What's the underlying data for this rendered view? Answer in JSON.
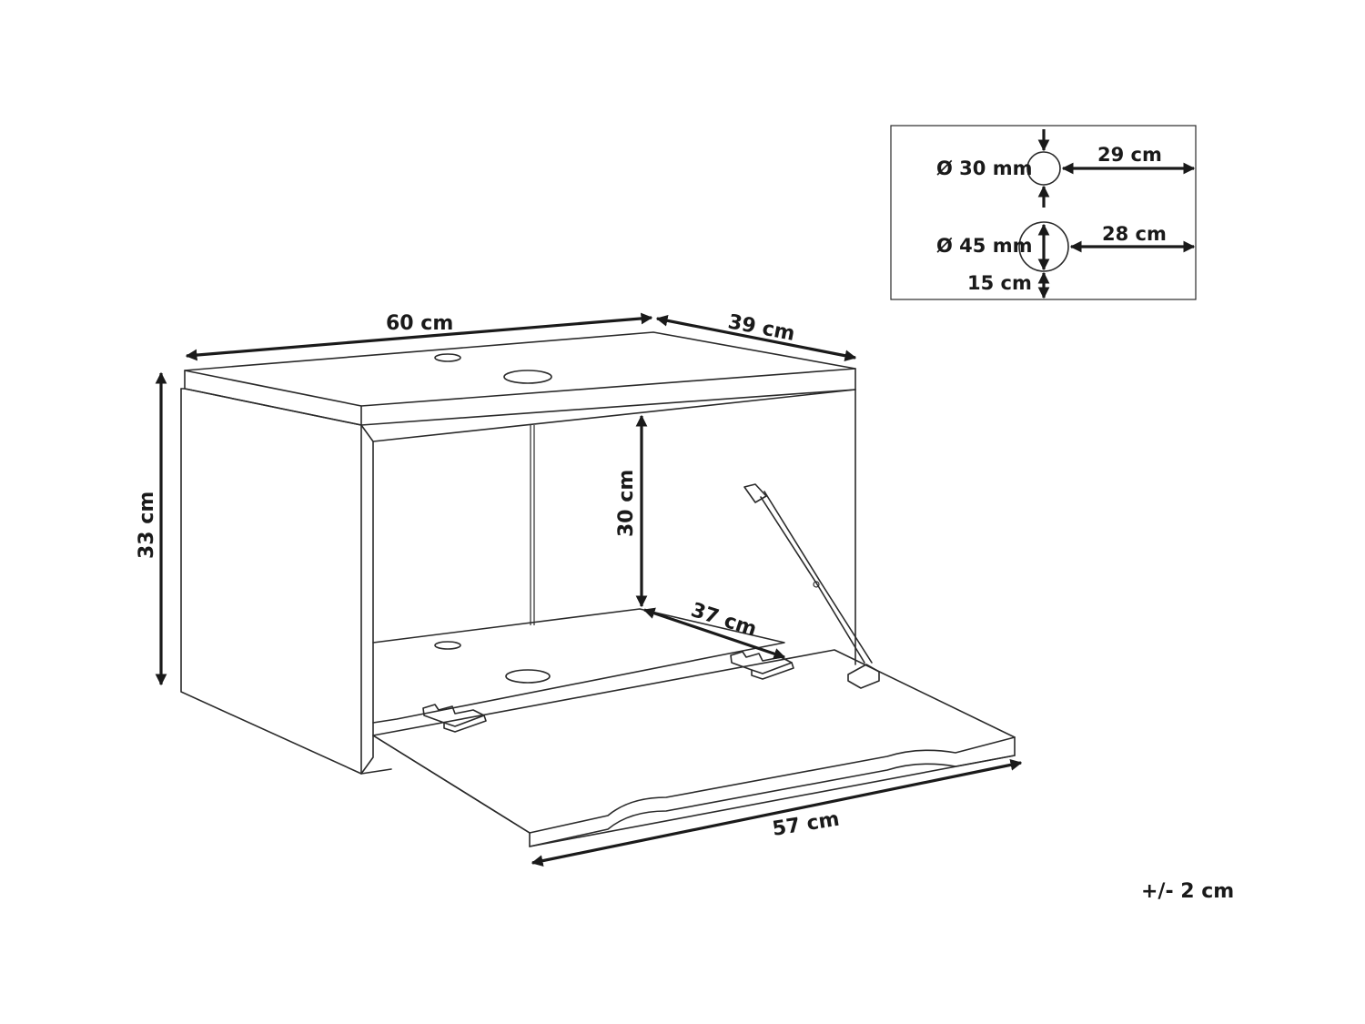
{
  "dimensions": {
    "width": "60 cm",
    "depth": "39 cm",
    "height": "33 cm",
    "inner_height": "30 cm",
    "inner_depth": "37 cm",
    "door_width": "57 cm"
  },
  "holes_detail": {
    "small_hole": {
      "diameter": "Ø 30 mm",
      "offset": "29 cm"
    },
    "large_hole": {
      "diameter": "Ø 45 mm",
      "offset": "28 cm",
      "bottom_offset": "15 cm"
    }
  },
  "tolerance": "+/- 2 cm",
  "colors": {
    "line": "#2a2a2a",
    "dimension": "#1a1a1a",
    "background": "#ffffff"
  }
}
